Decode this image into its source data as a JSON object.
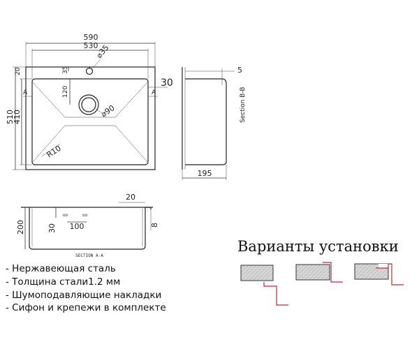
{
  "dimensions": {
    "top_width_outer": "590",
    "top_width_inner": "530",
    "drain_diameter_small": "⌀35",
    "offset_35": "35",
    "offset_120": "120",
    "drain_diameter_large": "⌀90",
    "height_outer": "510",
    "height_inner": "410",
    "radius": "R10",
    "small_20": "20",
    "side_depth_30": "30",
    "side_5": "5",
    "side_width_195": "195",
    "section_depth_200": "200",
    "section_30": "30",
    "section_100": "100",
    "section_20": "20",
    "section_8": "8",
    "marker_a": "A"
  },
  "labels": {
    "section_bb": "Section B-B",
    "section_aa": "SECTION A-A"
  },
  "installation": {
    "title": "Варианты установки"
  },
  "features": [
    "- Нержавеющая сталь",
    "- Толщина стали1.2 мм",
    "- Шумоподавляющие накладки",
    "- Сифон и крепежи в комплекте"
  ],
  "colors": {
    "line": "#333333",
    "countertop_fill": "#d6d6d6",
    "mount_line": "#c0283a"
  }
}
